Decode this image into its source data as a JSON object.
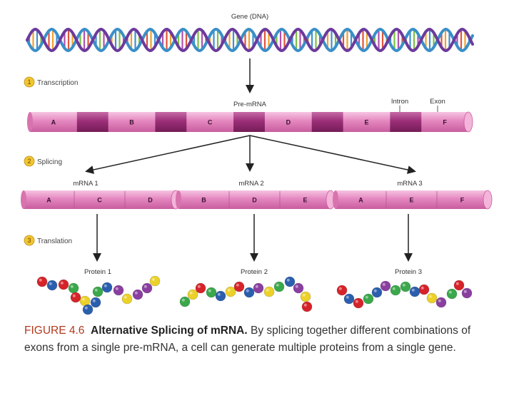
{
  "gene_label": "Gene (DNA)",
  "steps": [
    {
      "number": "1",
      "label": "Transcription"
    },
    {
      "number": "2",
      "label": "Splicing"
    },
    {
      "number": "3",
      "label": "Translation"
    }
  ],
  "pre_mrna": {
    "label": "Pre-mRNA",
    "intron_label": "Intron",
    "exon_label": "Exon",
    "exons": [
      "A",
      "B",
      "C",
      "D",
      "E",
      "F"
    ]
  },
  "mrnas": [
    {
      "label": "mRNA 1",
      "exons": [
        "A",
        "C",
        "D"
      ]
    },
    {
      "label": "mRNA 2",
      "exons": [
        "B",
        "D",
        "E"
      ]
    },
    {
      "label": "mRNA 3",
      "exons": [
        "A",
        "E",
        "F"
      ]
    }
  ],
  "proteins": [
    "Protein 1",
    "Protein 2",
    "Protein 3"
  ],
  "colors": {
    "exon": "#e487bf",
    "intron": "#9c2f78",
    "arrow": "#222222",
    "step_circle": "#f2c531",
    "figure_number": "#b23a1e",
    "bead_colors": [
      "#d6232a",
      "#2b5fae",
      "#3aa84b",
      "#ecd128",
      "#8a3fa0"
    ]
  },
  "caption": {
    "figure_number": "FIGURE 4.6",
    "title": "Alternative Splicing of mRNA.",
    "text": "By splicing together different combinations of exons from a single pre-mRNA, a cell can generate multiple proteins from a single gene."
  }
}
